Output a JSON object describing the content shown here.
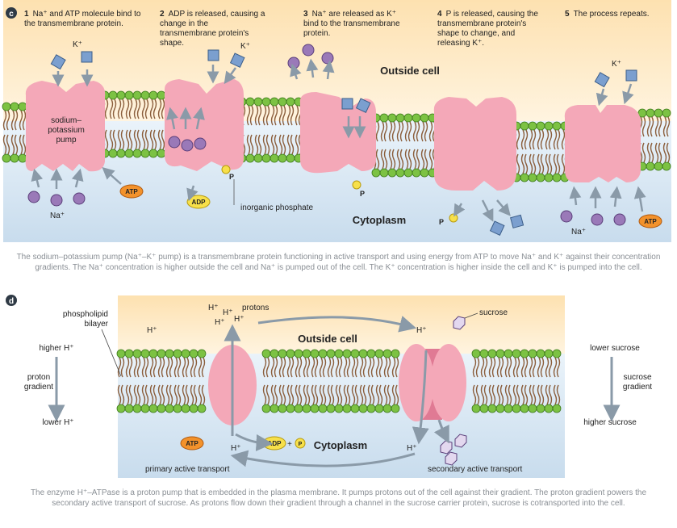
{
  "panel_c": {
    "letter": "c",
    "steps": [
      {
        "n": "1",
        "text": "Na⁺ and ATP molecule bind to the transmembrane protein."
      },
      {
        "n": "2",
        "text": "ADP is released, causing a change in the transmembrane protein's shape."
      },
      {
        "n": "3",
        "text": "Na⁺ are released as K⁺ bind to the transmembrane protein."
      },
      {
        "n": "4",
        "text": "P is released, causing the transmembrane protein's shape to change, and releasing K⁺."
      },
      {
        "n": "5",
        "text": "The process repeats."
      }
    ],
    "labels": {
      "outside": "Outside cell",
      "cytoplasm": "Cytoplasm",
      "pump": "sodium–potassium pump",
      "k": "K⁺",
      "na": "Na⁺",
      "atp": "ATP",
      "adp": "ADP",
      "p": "P",
      "inorganic_phosphate": "inorganic phosphate"
    },
    "caption": "The sodium–potassium pump (Na⁺–K⁺ pump) is a transmembrane protein functioning in active transport and using energy from ATP to move Na⁺ and K⁺ against their concentration gradients. The Na⁺ concentration is higher outside the cell and Na⁺ is pumped out of the cell. The K⁺ concentration is higher inside the cell and K⁺ is pumped into the cell."
  },
  "panel_d": {
    "letter": "d",
    "labels": {
      "outside": "Outside cell",
      "cytoplasm": "Cytoplasm",
      "phospholipid": "phospholipid bilayer",
      "higher_h": "higher H⁺",
      "proton_gradient": "proton gradient",
      "lower_h": "lower H⁺",
      "lower_sucrose": "lower sucrose",
      "sucrose_gradient": "sucrose gradient",
      "higher_sucrose": "higher sucrose",
      "protons": "protons",
      "sucrose": "sucrose",
      "h": "H⁺",
      "atp": "ATP",
      "adp": "ADP",
      "plus": "+",
      "p": "P",
      "primary": "primary active transport",
      "secondary": "secondary active transport"
    },
    "caption": "The enzyme H⁺–ATPase is a proton pump that is embedded in the plasma membrane. It pumps protons out of the cell against their gradient. The proton gradient powers the secondary active transport of sucrose. As protons flow down their gradient through a channel in the sucrose carrier protein, sucrose is cotransported into the cell."
  },
  "colors": {
    "outside_bg": "#fbe7c4",
    "inside_bg": "#d6e6f3",
    "head": "#7cc243",
    "tail": "#8b5e3c",
    "protein": "#f4a8b8",
    "na": "#9a79b8",
    "k": "#7b9fcf",
    "atp": "#f3922b",
    "adp": "#f7e04a",
    "arrow": "#8a9aa8"
  }
}
